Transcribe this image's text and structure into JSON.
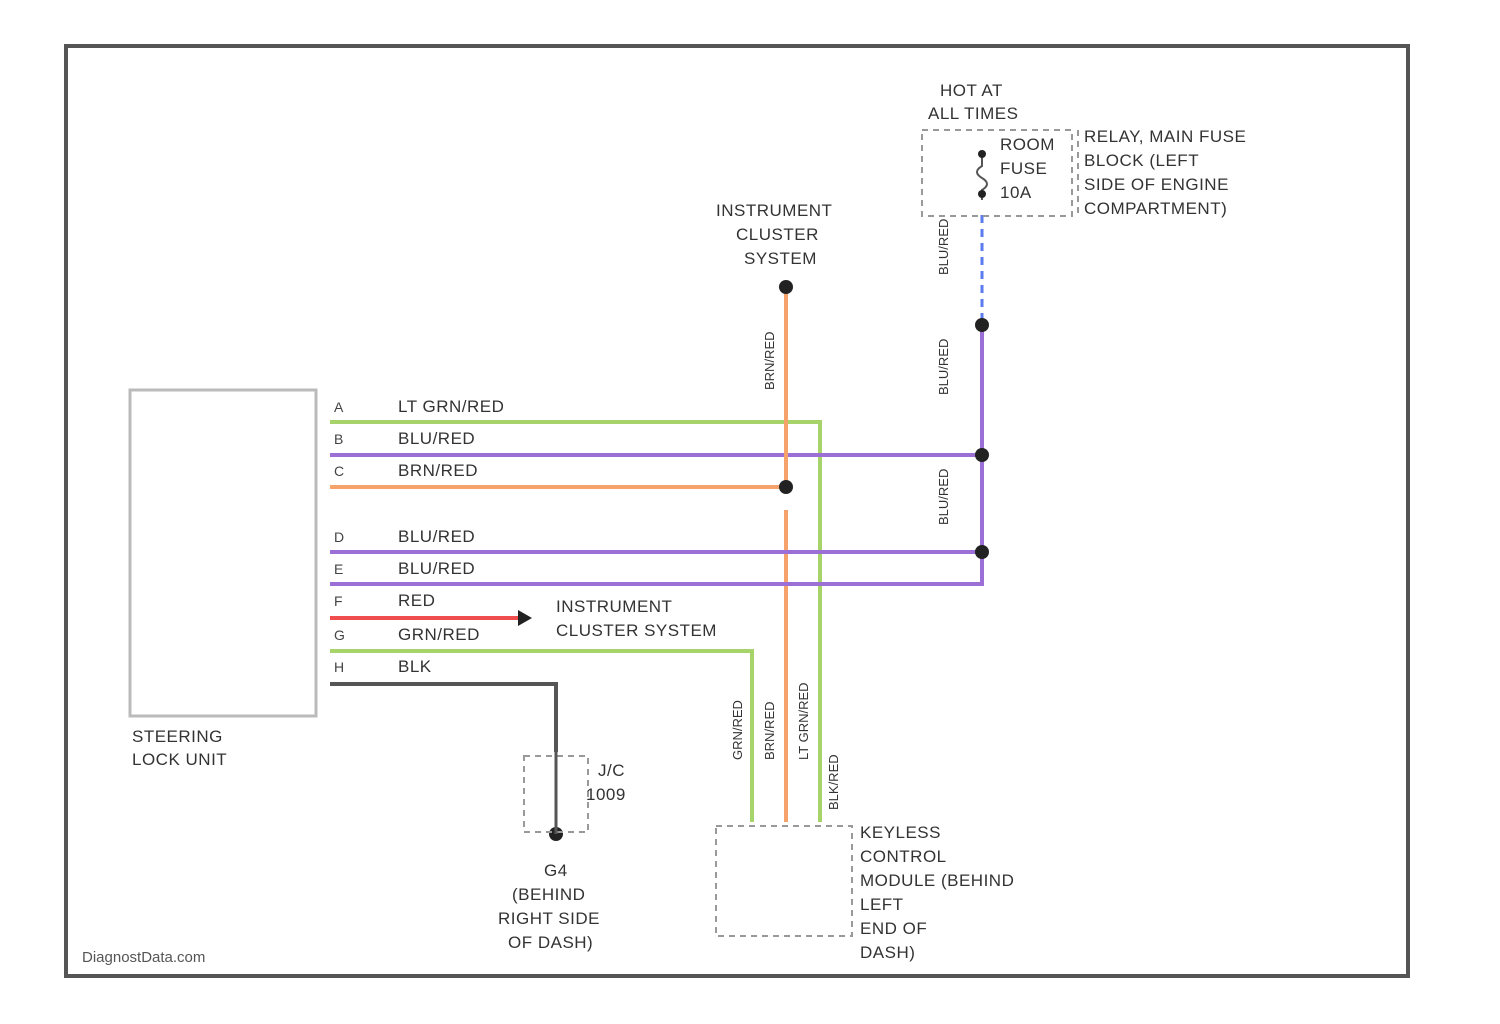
{
  "colors": {
    "frame": "#555555",
    "lt_grn_red": "#a6d46a",
    "blu_red": "#9b6fd6",
    "brn_red": "#f5a26b",
    "red": "#f04e4e",
    "grn_red": "#a6d46a",
    "blk": "#555555",
    "dashed_blue": "#5b7bf0"
  },
  "icons": {
    "splice": "dot-connector",
    "fuse": "fuse-symbol",
    "ground": "ground-point"
  },
  "steering_lock_unit": {
    "label_line1": "STEERING",
    "label_line2": "LOCK UNIT",
    "pins": [
      {
        "pin": "A",
        "wire": "LT GRN/RED"
      },
      {
        "pin": "B",
        "wire": "BLU/RED"
      },
      {
        "pin": "C",
        "wire": "BRN/RED"
      },
      {
        "pin": "D",
        "wire": "BLU/RED"
      },
      {
        "pin": "E",
        "wire": "BLU/RED"
      },
      {
        "pin": "F",
        "wire": "RED"
      },
      {
        "pin": "G",
        "wire": "GRN/RED"
      },
      {
        "pin": "H",
        "wire": "BLK"
      }
    ]
  },
  "hot_at_all_times": {
    "line1": "HOT AT",
    "line2": "ALL TIMES"
  },
  "fuse": {
    "line1": "ROOM",
    "line2": "FUSE",
    "line3": "10A"
  },
  "relay_block": {
    "line1": "RELAY, MAIN FUSE",
    "line2": "BLOCK (LEFT",
    "line3": "SIDE OF ENGINE",
    "line4": "COMPARTMENT)"
  },
  "instrument_cluster_top": {
    "line1": "INSTRUMENT",
    "line2": "CLUSTER",
    "line3": "SYSTEM"
  },
  "instrument_cluster_mid": {
    "line1": "INSTRUMENT",
    "line2": "CLUSTER SYSTEM"
  },
  "vertical_wire_labels": {
    "brn_red_top": "BRN/RED",
    "blu_red_1": "BLU/RED",
    "blu_red_2": "BLU/RED",
    "blu_red_3": "BLU/RED",
    "grn_red_1": "GRN/RED",
    "brn_red_bottom": "BRN/RED",
    "lt_grn_red_1": "LT GRN/RED",
    "blk_keyless": "BLK/RED"
  },
  "jc": {
    "line1": "J/C",
    "line2": "1009"
  },
  "ground": {
    "line1": "G4",
    "line2": "(BEHIND",
    "line3": "RIGHT SIDE",
    "line4": "OF DASH)"
  },
  "keyless_module": {
    "line1": "KEYLESS",
    "line2": "CONTROL",
    "line3": "MODULE (BEHIND",
    "line4": "LEFT",
    "line5": "END OF",
    "line6": "DASH)"
  },
  "watermark": "DiagnostData.com"
}
